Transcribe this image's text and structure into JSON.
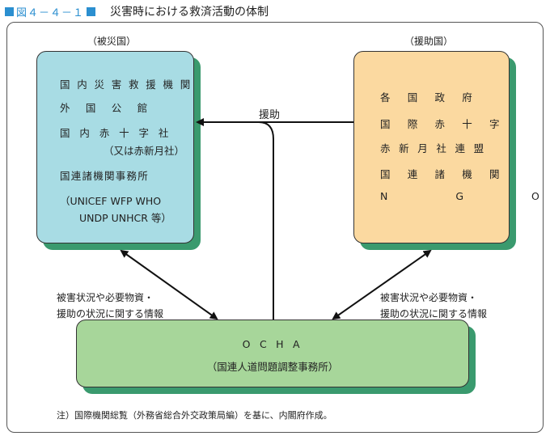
{
  "figure": {
    "number": "図４－４－１",
    "title": "災害時における救済活動の体制"
  },
  "affected": {
    "header": "（被災国）",
    "lines": [
      "国内災害救援機関",
      "外国公館",
      "国内赤十字社",
      "（又は赤新月社）",
      "国連諸機関事務所",
      "（UNICEF WFP WHO",
      "UNDP UNHCR 等）"
    ]
  },
  "donor": {
    "header": "（援助国）",
    "lines": [
      "各国政府",
      "国際赤十字",
      "赤新月社連盟",
      "国連諸機関",
      "N G O"
    ]
  },
  "aid_label": "援助",
  "info_left": [
    "被害状況や必要物資・",
    "援助の状況に関する情報"
  ],
  "info_right": [
    "被害状況や必要物資・",
    "援助の状況に関する情報"
  ],
  "ocha": {
    "name": "O C H A",
    "subtitle": "（国連人道問題調整事務所）"
  },
  "note": "注）国際機関総覧（外務省総合外交政策局編）を基に、内閣府作成。",
  "colors": {
    "affected_fill": "#a8dce4",
    "donor_fill": "#fbd9a0",
    "ocha_fill": "#a7d69a",
    "shadow": "#3a9a6e",
    "accent": "#2b8fd0"
  }
}
